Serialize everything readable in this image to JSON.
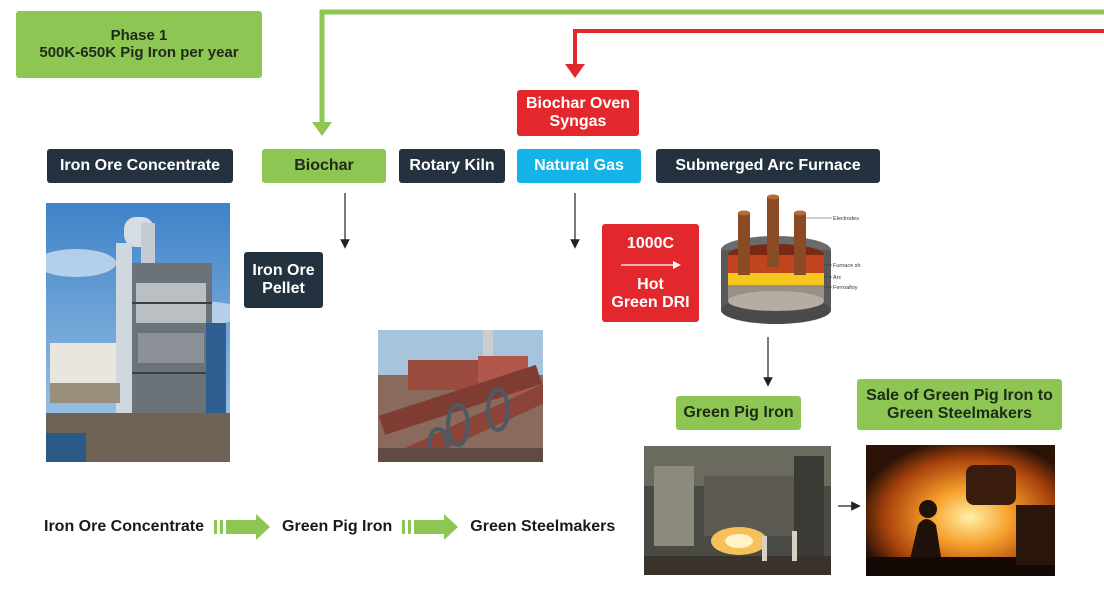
{
  "phase": {
    "line1": "Phase 1",
    "line2": "500K-650K Pig Iron per year"
  },
  "process_labels": {
    "iron_ore_concentrate": "Iron Ore Concentrate",
    "biochar": "Biochar",
    "rotary_kiln": "Rotary Kiln",
    "natural_gas": "Natural Gas",
    "submerged_arc_furnace": "Submerged Arc Furnace",
    "biochar_oven_syngas_line1": "Biochar Oven",
    "biochar_oven_syngas_line2": "Syngas",
    "iron_ore_pellet_line1": "Iron Ore",
    "iron_ore_pellet_line2": "Pellet",
    "dri_temp": "1000C",
    "dri_line1": "Hot",
    "dri_line2": "Green DRI",
    "green_pig_iron": "Green Pig Iron",
    "sale_line1": "Sale of Green Pig Iron to",
    "sale_line2": "Green Steelmakers"
  },
  "furnace_diagram_labels": {
    "electrodes": "Electrodes",
    "furnace_shell": "Furnace sh",
    "arc": "Arc",
    "ferroalloy": "Ferroalloy"
  },
  "bottom_flow": {
    "step1": "Iron Ore Concentrate",
    "step2": "Green Pig Iron",
    "step3": "Green Steelmakers"
  },
  "colors": {
    "dark_box": "#243240",
    "green_box": "#8dc653",
    "red_box": "#e2282c",
    "cyan_box": "#14b4e8",
    "green_line": "#8dc653",
    "red_line": "#e2282c"
  }
}
